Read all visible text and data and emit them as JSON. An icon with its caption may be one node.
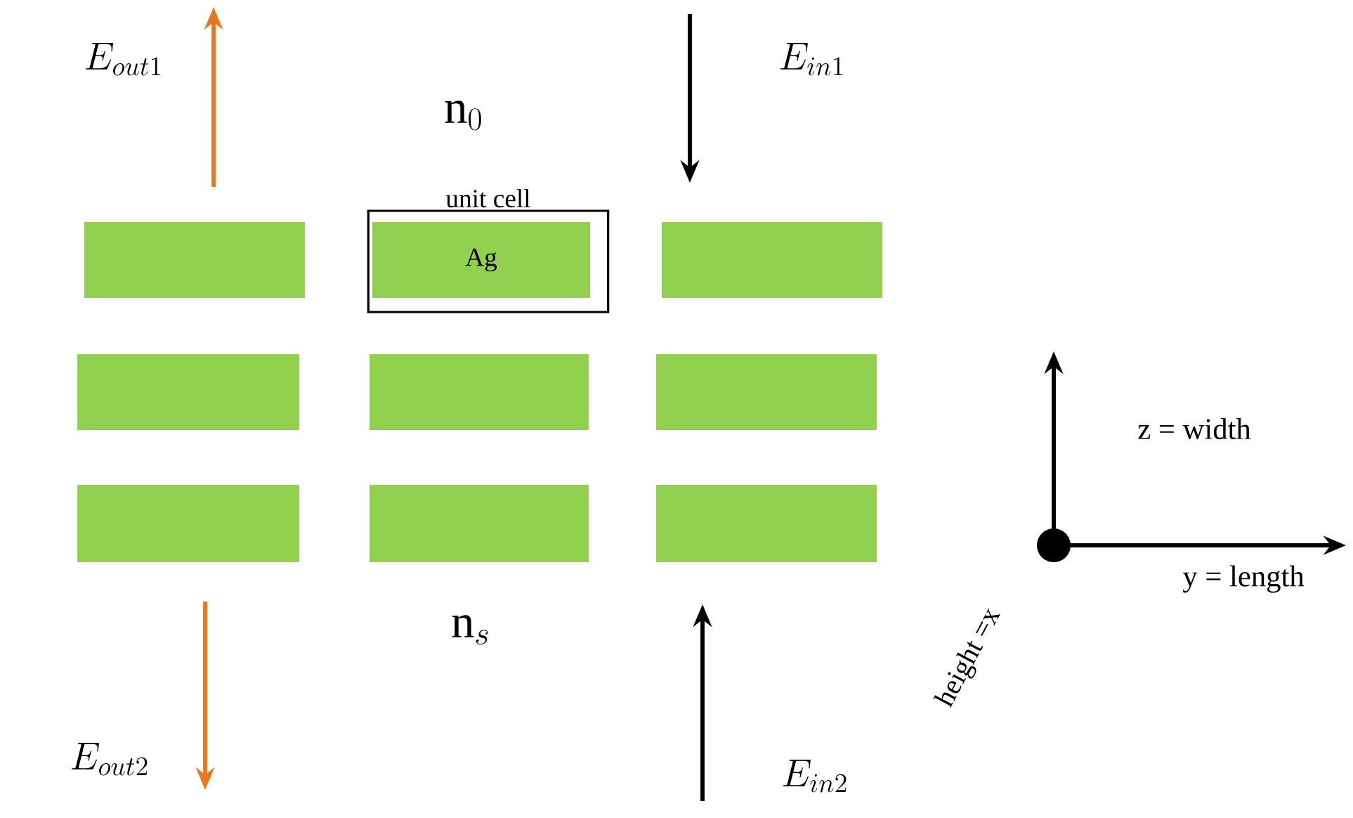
{
  "diagram": {
    "nodes": [
      {
        "text": [],
        "shape": "box"
      },
      {
        "text": [
          "unit cell"
        ]
      },
      {
        "text": [
          "Ag"
        ],
        "in": 1
      },
      {
        "text": [],
        "shape": "box"
      },
      {
        "text": [],
        "shape": "box"
      },
      {
        "text": [],
        "shape": "box"
      },
      {
        "text": [],
        "shape": "box"
      },
      {
        "text": [],
        "shape": "box"
      },
      {
        "text": [],
        "shape": "box"
      },
      {
        "text": [],
        "shape": "box"
      }
    ],
    "edges": [],
    "labels": [
      "E_{out1}",
      "E_{in1}",
      "\\mathrm{n}_{0}",
      "\\mathrm{n}_{s}",
      "z = width",
      "y = length",
      "height =x",
      "E_{out2}",
      "E_{in2}"
    ]
  }
}
